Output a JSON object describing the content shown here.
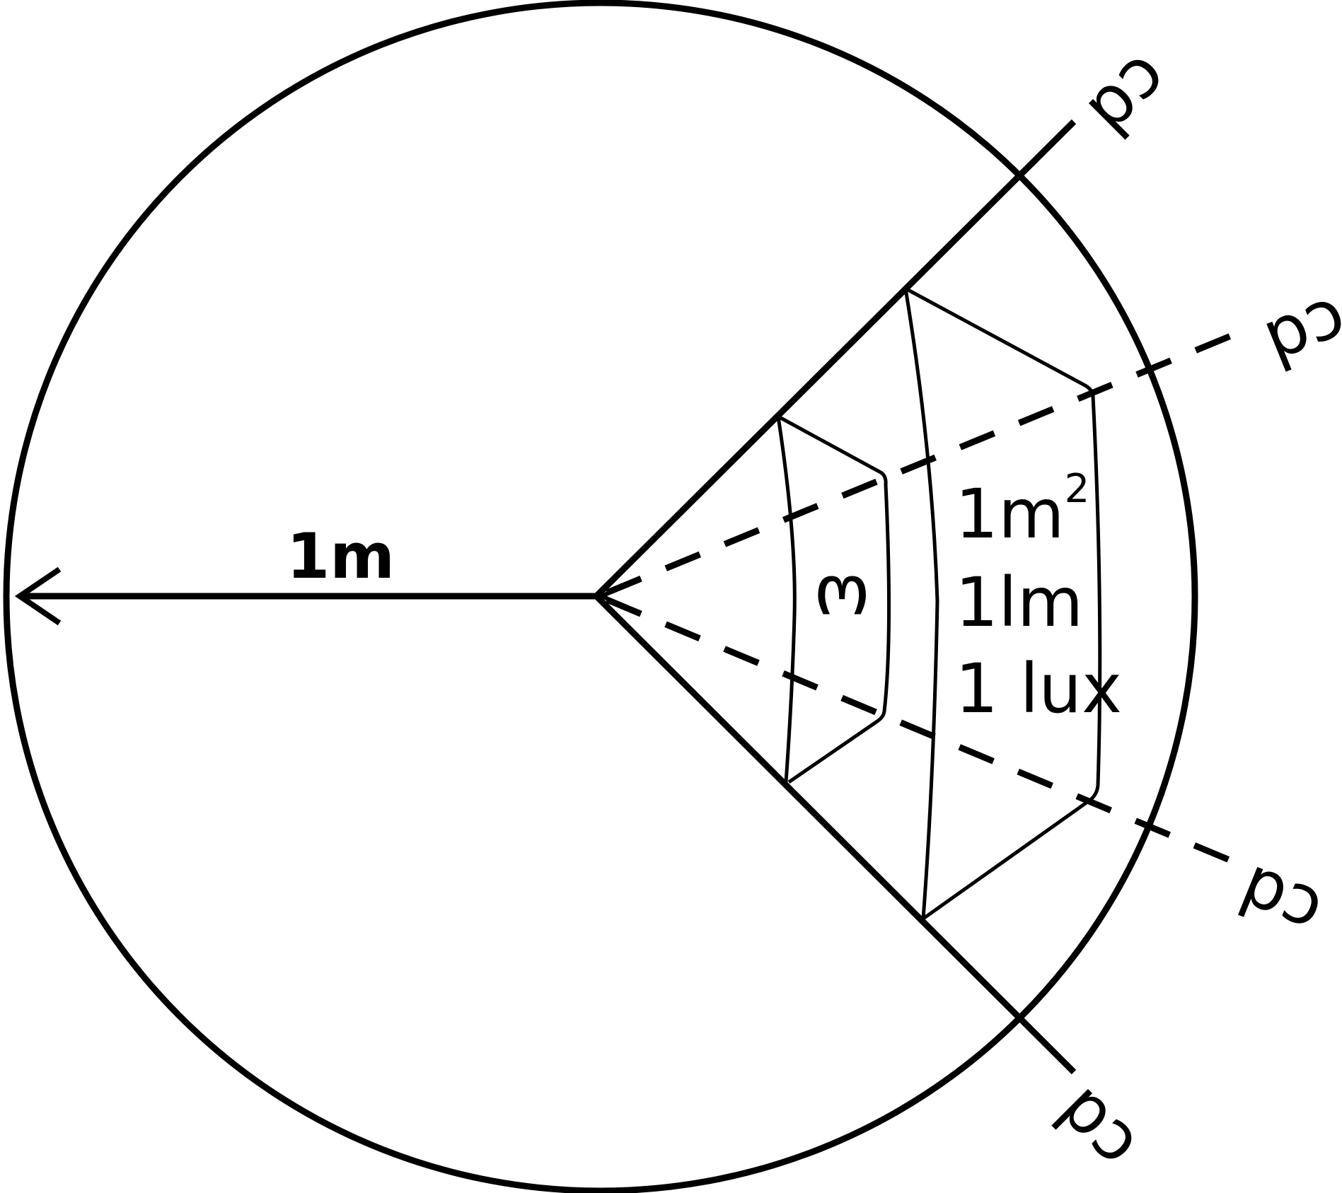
{
  "diagram": {
    "radius_label": "1m",
    "omega_label": "ω",
    "area_label": "1m",
    "area_exponent": "2",
    "lumen_label": "1lm",
    "lux_label": "1 lux",
    "cd_labels": [
      "cd",
      "cd",
      "cd",
      "cd"
    ],
    "stroke_color": "#000000",
    "background_color": "#ffffff"
  }
}
